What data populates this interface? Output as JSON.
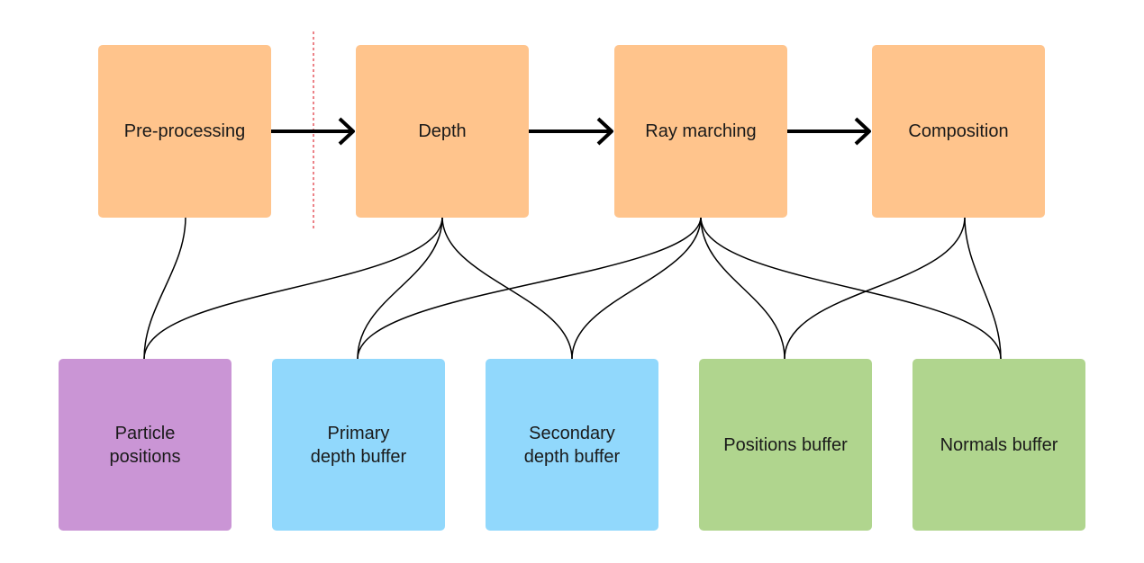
{
  "stages": [
    {
      "id": "preprocessing",
      "label": "Pre-processing"
    },
    {
      "id": "depth",
      "label": "Depth"
    },
    {
      "id": "ray-marching",
      "label": "Ray marching"
    },
    {
      "id": "composition",
      "label": "Composition"
    }
  ],
  "resources": [
    {
      "id": "particle-positions",
      "label": "Particle\npositions",
      "color": "#ca95d5"
    },
    {
      "id": "primary-depth-buffer",
      "label": "Primary\ndepth buffer",
      "color": "#91d8fc"
    },
    {
      "id": "secondary-depth-buffer",
      "label": "Secondary\ndepth buffer",
      "color": "#91d8fc"
    },
    {
      "id": "positions-buffer",
      "label": "Positions buffer",
      "color": "#b0d58e"
    },
    {
      "id": "normals-buffer",
      "label": "Normals buffer",
      "color": "#b0d58e"
    }
  ],
  "colors": {
    "stage": "#ffc48c",
    "arrow": "#000000",
    "divider": "#e0303a"
  }
}
